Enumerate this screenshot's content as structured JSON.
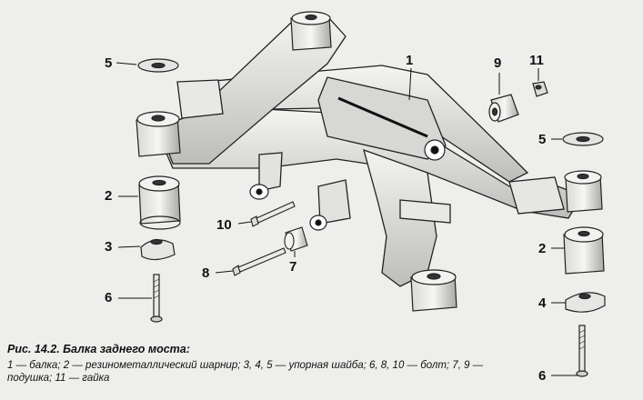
{
  "figure": {
    "title": "Рис. 14.2. Балка заднего моста:",
    "legend": "1 — балка; 2 — резинометаллический шарнир; 3, 4, 5 — упорная шайба; 6, 8, 10 — болт; 7, 9 — подушка; 11 — гайка"
  },
  "callouts": {
    "c1": "1",
    "c2_left": "2",
    "c2_right": "2",
    "c3": "3",
    "c4": "4",
    "c5_left": "5",
    "c5_right": "5",
    "c6_left": "6",
    "c6_right": "6",
    "c7": "7",
    "c8": "8",
    "c9": "9",
    "c10": "10",
    "c11": "11"
  }
}
